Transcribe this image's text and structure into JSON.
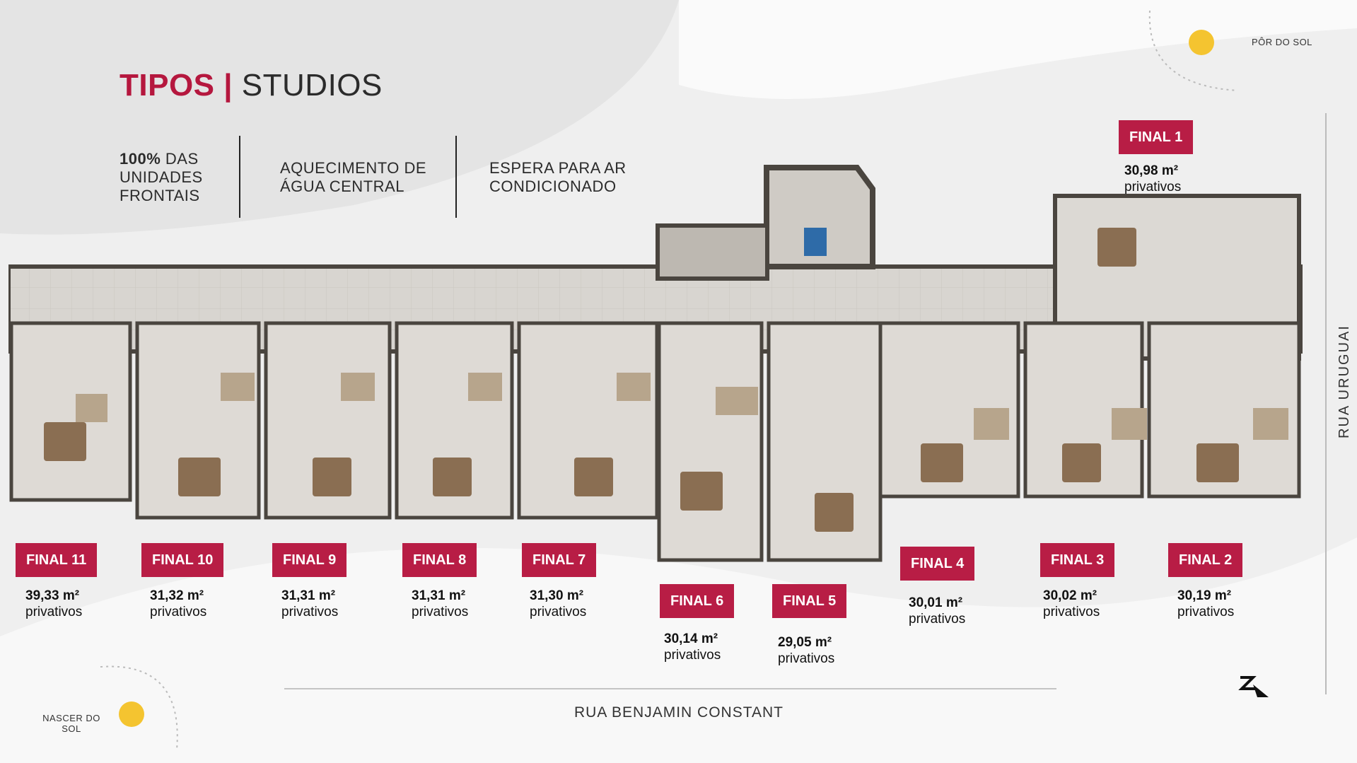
{
  "header": {
    "title_accent": "TIPOS |",
    "title_rest": " STUDIOS"
  },
  "features": [
    {
      "bold": "100%",
      "text": " DAS UNIDADES FRONTAIS"
    },
    {
      "text": "AQUECIMENTO DE ÁGUA CENTRAL"
    },
    {
      "text": "ESPERA PARA AR CONDICIONADO"
    }
  ],
  "sun": {
    "set_label": "PÔR DO SOL",
    "rise_label": "NASCER DO SOL",
    "color": "#f4c430"
  },
  "streets": {
    "bottom": "RUA BENJAMIN CONSTANT",
    "right": "RUA URUGUAI"
  },
  "units": [
    {
      "label": "FINAL 1",
      "area": "30,98 m²",
      "unit": "privativos"
    },
    {
      "label": "FINAL 11",
      "area": "39,33 m²",
      "unit": "privativos"
    },
    {
      "label": "FINAL 10",
      "area": "31,32 m²",
      "unit": "privativos"
    },
    {
      "label": "FINAL 9",
      "area": "31,31 m²",
      "unit": "privativos"
    },
    {
      "label": "FINAL 8",
      "area": "31,31 m²",
      "unit": "privativos"
    },
    {
      "label": "FINAL 7",
      "area": "31,30 m²",
      "unit": "privativos"
    },
    {
      "label": "FINAL 6",
      "area": "30,14 m²",
      "unit": "privativos"
    },
    {
      "label": "FINAL 5",
      "area": "29,05 m²",
      "unit": "privativos"
    },
    {
      "label": "FINAL 4",
      "area": "30,01 m²",
      "unit": "privativos"
    },
    {
      "label": "FINAL 3",
      "area": "30,02 m²",
      "unit": "privativos"
    },
    {
      "label": "FINAL 2",
      "area": "30,19 m²",
      "unit": "privativos"
    }
  ],
  "colors": {
    "accent": "#b81d45",
    "wall": "#4a453f",
    "floor": "#d9d6d1"
  },
  "icons": {
    "compass": "north-arrow-icon",
    "accessibility": "wheelchair-icon"
  }
}
